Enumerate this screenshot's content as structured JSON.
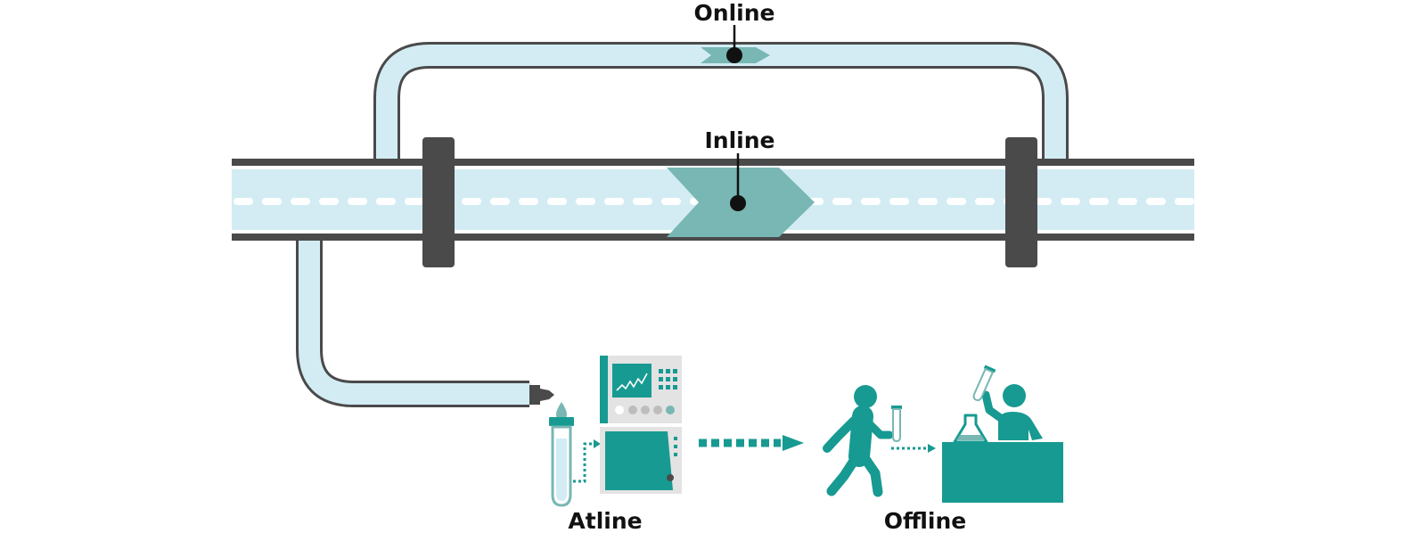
{
  "labels": {
    "online": "Online",
    "inline": "Inline",
    "atline": "Atline",
    "offline": "Offline"
  },
  "icons": {
    "probe": "chevron-probe-icon",
    "instrument": "analyzer-instrument-icon",
    "sample_tube": "sample-tube-icon",
    "droplet": "droplet-icon",
    "person": "walking-person-icon",
    "lab": "lab-scientist-icon"
  },
  "colors": {
    "pipe_fill": "#d3ecf4",
    "pipe_outline": "#4a4a4a",
    "teal": "#179a91",
    "teal_light": "#78b7b3",
    "flange": "#4a4a4a",
    "instrument_panel": "#e3e3e3"
  }
}
